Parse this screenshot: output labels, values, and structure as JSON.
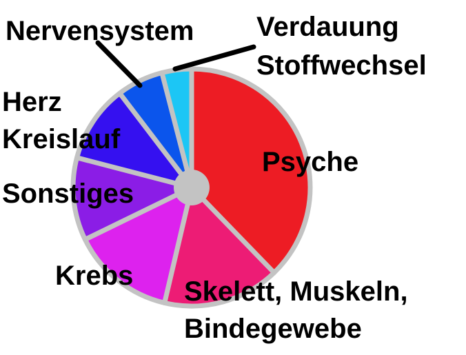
{
  "chart_data": {
    "type": "pie",
    "title": "",
    "legend": "none",
    "grid": false,
    "start_angle_deg": 0,
    "direction": "clockwise",
    "donut_hole": true,
    "slices": [
      {
        "label_lines": [
          "Psyche"
        ],
        "value": 37.5,
        "color": "#ed1c24"
      },
      {
        "label_lines": [
          "Skelett, Muskeln,",
          "Bindegewebe"
        ],
        "value": 15.8,
        "color": "#ed1c75"
      },
      {
        "label_lines": [
          "Krebs"
        ],
        "value": 14.0,
        "color": "#dd22ee"
      },
      {
        "label_lines": [
          "Sonstiges"
        ],
        "value": 11.2,
        "color": "#8b1de6"
      },
      {
        "label_lines": [
          "Herz",
          "Kreislauf"
        ],
        "value": 10.5,
        "color": "#3510f0"
      },
      {
        "label_lines": [
          "Nervensystem"
        ],
        "value": 6.3,
        "color": "#0b55ec"
      },
      {
        "label_lines": [
          "Verdauung",
          "Stoffwechsel"
        ],
        "value": 4.0,
        "color": "#1cc6f5"
      }
    ],
    "colors": {
      "separator": "#c3c3c3",
      "leader_line": "#000000",
      "text": "#000000"
    }
  }
}
